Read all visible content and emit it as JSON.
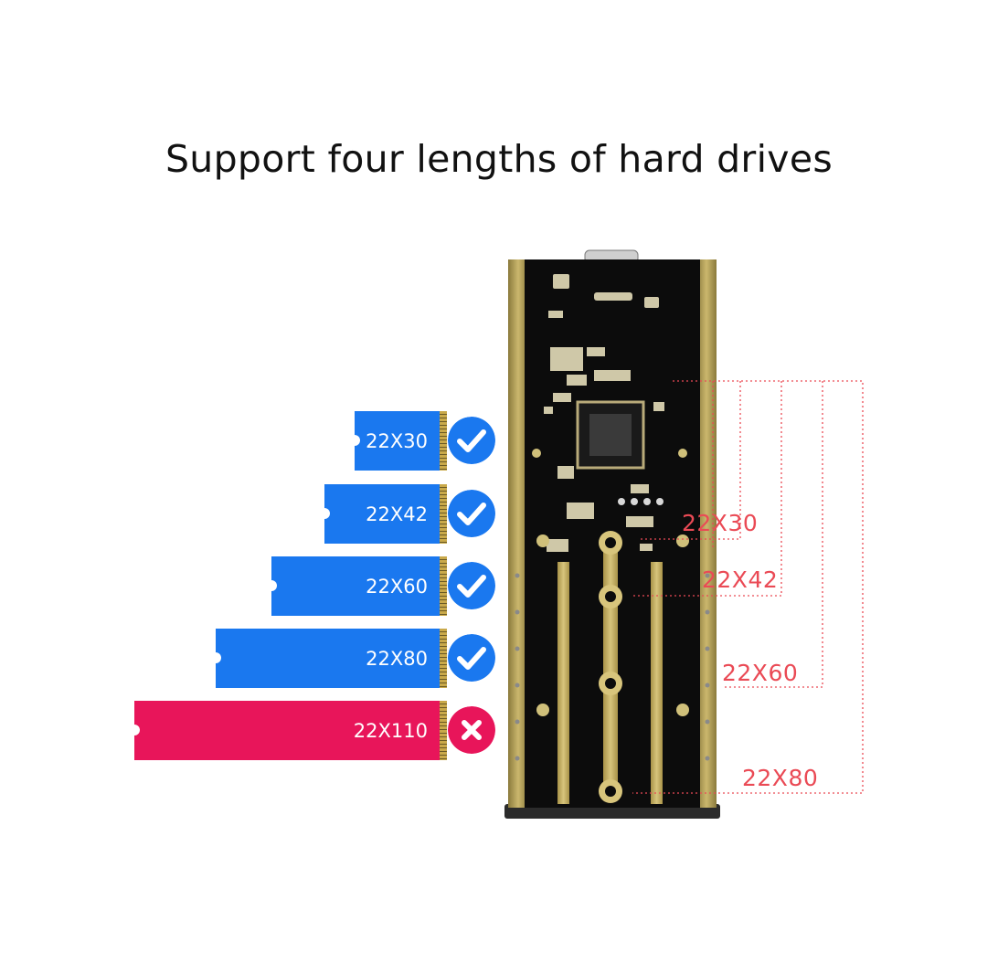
{
  "title": "Support four lengths of hard drives",
  "drives": [
    {
      "label": "22X30",
      "status": "supported",
      "color": "#1a78ef"
    },
    {
      "label": "22X42",
      "status": "supported",
      "color": "#1a78ef"
    },
    {
      "label": "22X60",
      "status": "supported",
      "color": "#1a78ef"
    },
    {
      "label": "22X80",
      "status": "supported",
      "color": "#1a78ef"
    },
    {
      "label": "22X110",
      "status": "unsupported",
      "color": "#e8155a"
    }
  ],
  "length_markers": [
    "22X30",
    "22X42",
    "22X60",
    "22X80"
  ],
  "icons": {
    "supported": "check-circle-icon",
    "unsupported": "x-circle-icon"
  },
  "colors": {
    "supported": "#1a78ef",
    "unsupported": "#e8155a",
    "marker": "#ea4a55",
    "pcb": "#0c0c0c",
    "gold": "#b9a45a"
  }
}
